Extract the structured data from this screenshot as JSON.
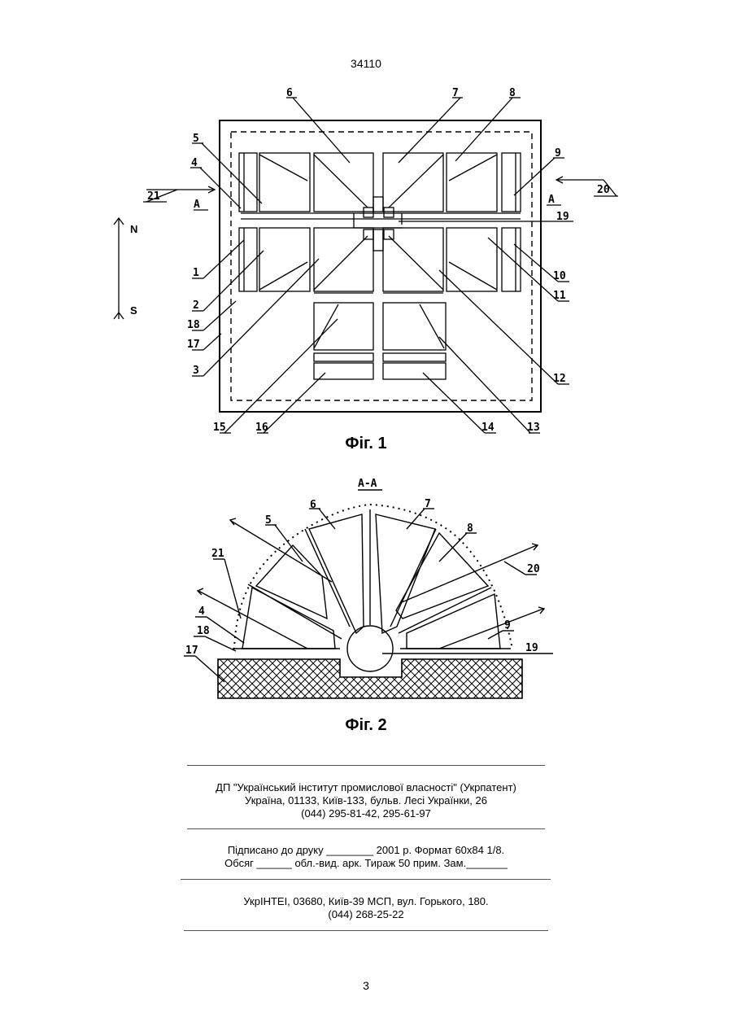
{
  "doc_number": "34110",
  "fig1": {
    "caption": "Фіг. 1",
    "section_marks": [
      "A",
      "A"
    ],
    "compass": {
      "north": "N",
      "south": "S"
    },
    "labels": {
      "l1": "1",
      "l2": "2",
      "l3": "3",
      "l4": "4",
      "l5": "5",
      "l6": "6",
      "l7": "7",
      "l8": "8",
      "l9": "9",
      "l10": "10",
      "l11": "11",
      "l12": "12",
      "l13": "13",
      "l14": "14",
      "l15": "15",
      "l16": "16",
      "l17": "17",
      "l18": "18",
      "l19": "19",
      "l20": "20",
      "l21": "21"
    }
  },
  "fig2": {
    "caption": "Фіг. 2",
    "section_title": "A-A",
    "labels": {
      "l4": "4",
      "l5": "5",
      "l6": "6",
      "l7": "7",
      "l8": "8",
      "l9": "9",
      "l17": "17",
      "l18": "18",
      "l19": "19",
      "l20": "20",
      "l21": "21"
    }
  },
  "publisher": {
    "line1": "ДП \"Український інститут промислової власності\" (Укрпатент)",
    "line2": "Україна, 01133, Київ-133, бульв. Лесі Українки, 26",
    "line3": "(044) 295-81-42, 295-61-97"
  },
  "print_info": {
    "line1": "Підписано до друку ________ 2001 р.    Формат 60х84 1/8.",
    "line2": "Обсяг ______ обл.-вид. арк.   Тираж 50 прим.    Зам._______"
  },
  "printer": {
    "line1": "УкрІНТЕІ, 03680, Київ-39 МСП, вул. Горького, 180.",
    "line2": "(044) 268-25-22"
  },
  "page_number": "3"
}
